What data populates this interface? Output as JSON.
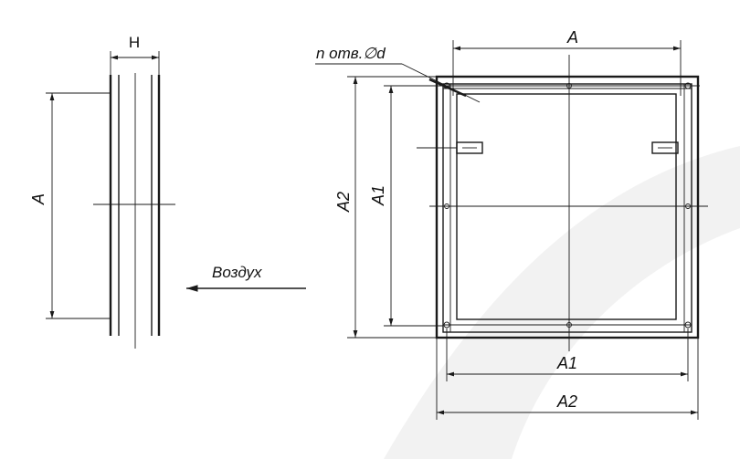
{
  "side_view": {
    "width_label": "H",
    "height_label": "A"
  },
  "airflow": {
    "label": "Воздух"
  },
  "front_view": {
    "holes_label": "n отв.∅d",
    "top_label": "A",
    "outer_height_label": "A2",
    "inner_height_label": "A1",
    "bottom_inner_label": "A1",
    "bottom_outer_label": "A2"
  },
  "background": {
    "watermark_color": "#f2f2f2"
  }
}
